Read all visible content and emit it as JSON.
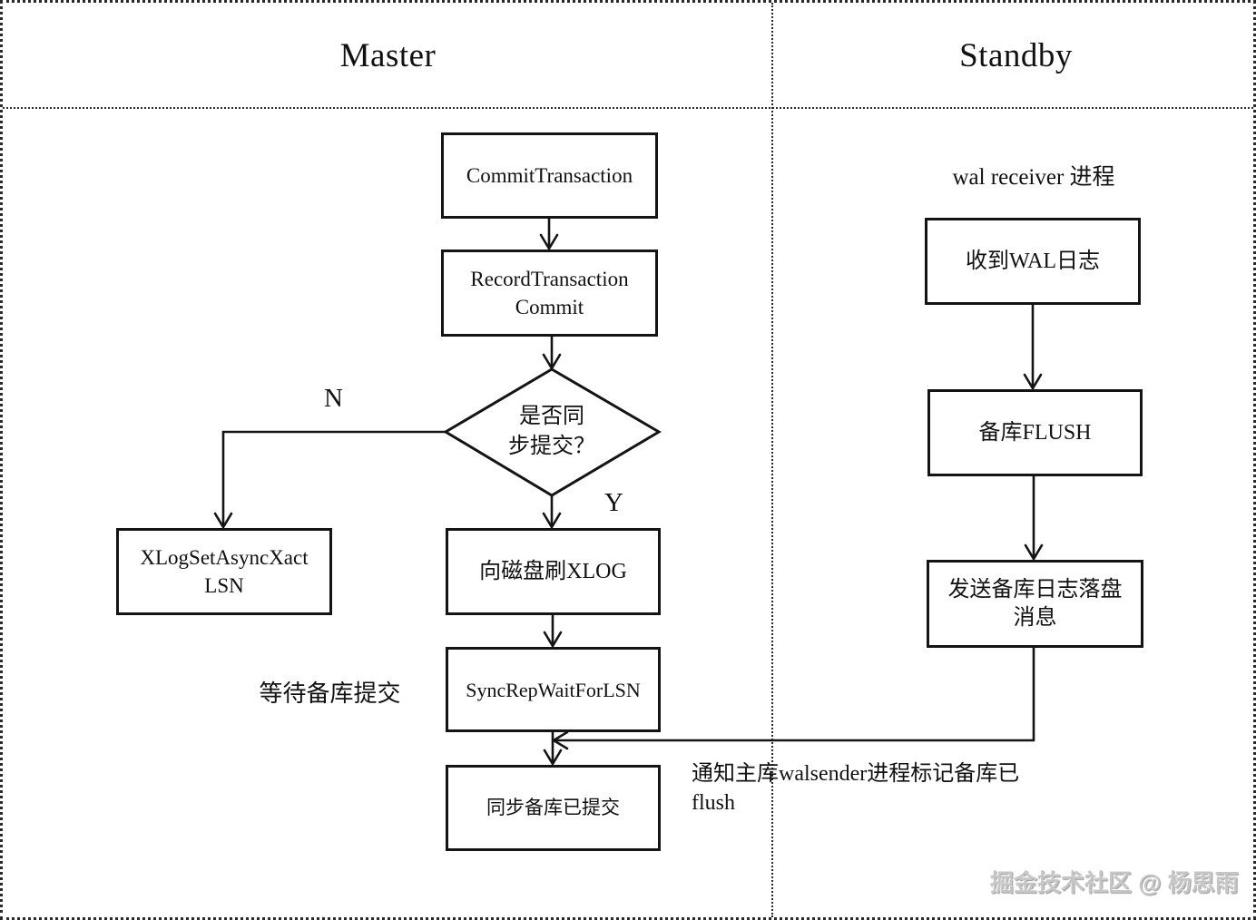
{
  "header": {
    "master": "Master",
    "standby": "Standby"
  },
  "master": {
    "commit_transaction": "CommitTransaction",
    "record_transaction_line1": "RecordTransaction",
    "record_transaction_line2": "Commit",
    "decision_line1": "是否同",
    "decision_line2": "步提交？",
    "label_n": "N",
    "label_y": "Y",
    "xlog_set_async_line1": "XLogSetAsyncXact",
    "xlog_set_async_line2": "LSN",
    "flush_xlog": "向磁盘刷XLOG",
    "sync_rep_wait": "SyncRepWaitForLSN",
    "wait_for_standby_label": "等待备库提交",
    "sync_committed": "同步备库已提交"
  },
  "standby": {
    "wal_receiver_label": "wal receiver 进程",
    "receive_wal": "收到WAL日志",
    "standby_flush": "备库FLUSH",
    "send_flush_msg_line1": "发送备库日志落盘",
    "send_flush_msg_line2": "消息",
    "notify_line1": "通知主库walsender进程标记备库已",
    "notify_line2": "flush"
  },
  "watermark": "掘金技术社区 @ 杨思雨",
  "colors": {
    "line": "#141414",
    "background": "#ffffff",
    "watermark": "#c6c6c6"
  }
}
